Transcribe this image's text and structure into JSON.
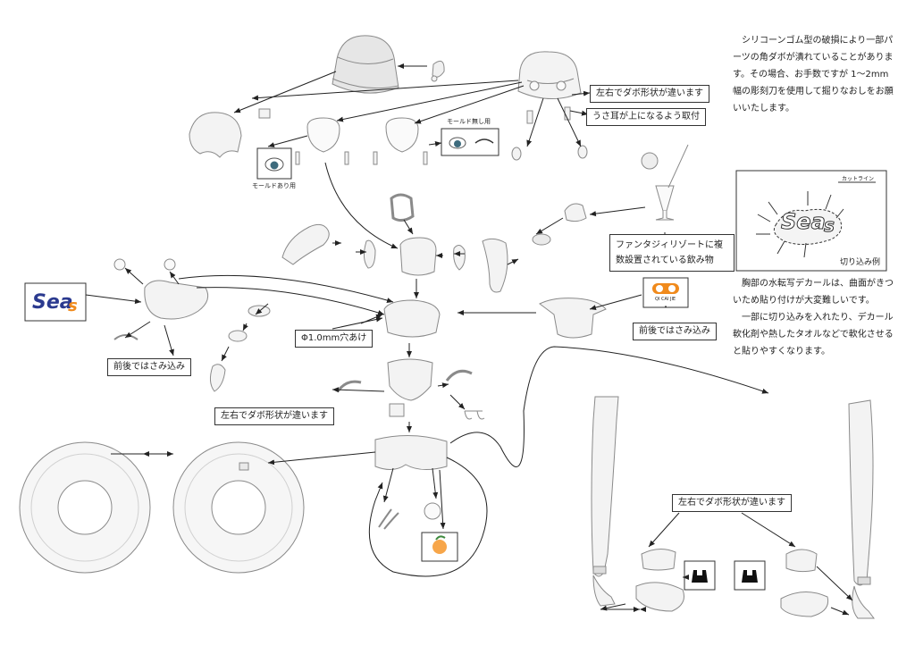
{
  "labels": {
    "lr_dowel_top": "左右でダボ形状が違います",
    "usa_ears": "うさ耳が上になるよう取付",
    "drink": "ファンタジィリゾートに複数設置されている飲み物",
    "clip_right": "前後ではさみ込み",
    "clip_left": "前後ではさみ込み",
    "hole": "Φ1.0mm穴あけ",
    "lr_dowel_mid": "左右でダボ形状が違います",
    "lr_dowel_legs": "左右でダボ形状が違います"
  },
  "captions": {
    "mold_none": "モールド無し用",
    "mold_with": "モールドあり用",
    "cut_line": "カットライン",
    "cut_example": "切り込み例",
    "badge_text": "QI CAI JIE"
  },
  "logo": {
    "main": "Sea",
    "accent": "s"
  },
  "notes": {
    "top": "シリコーンゴム型の破損により一部パーツの角ダボが潰れていることがあります。その場合、お手数ですが 1～2mm 幅の彫刻刀を使用して掘りなおしをお願いいたします。",
    "decal_1": "胸部の水転写デカールは、曲面がきついため貼り付けが大変難しいです。",
    "decal_2": "一部に切り込みを入れたり、デカール軟化剤や熱したタオルなどで軟化させると貼りやすくなります。"
  },
  "colors": {
    "logo_blue": "#2b3a8f",
    "logo_orange": "#f08a1c",
    "line": "#222222",
    "part_stroke": "#888888",
    "part_fill": "#f2f2f2"
  }
}
